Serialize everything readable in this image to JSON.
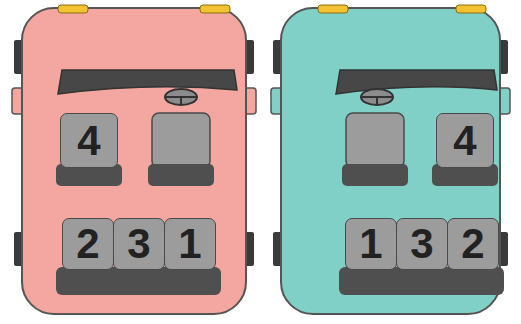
{
  "diagram": {
    "nodes": [
      {
        "text": [
          "4"
        ]
      },
      {
        "text": [
          "2"
        ]
      },
      {
        "text": [
          "3"
        ]
      },
      {
        "text": [
          "1"
        ]
      },
      {
        "text": [
          "4"
        ]
      },
      {
        "text": [
          "1"
        ]
      },
      {
        "text": [
          "3"
        ]
      },
      {
        "text": [
          "2"
        ]
      }
    ]
  }
}
